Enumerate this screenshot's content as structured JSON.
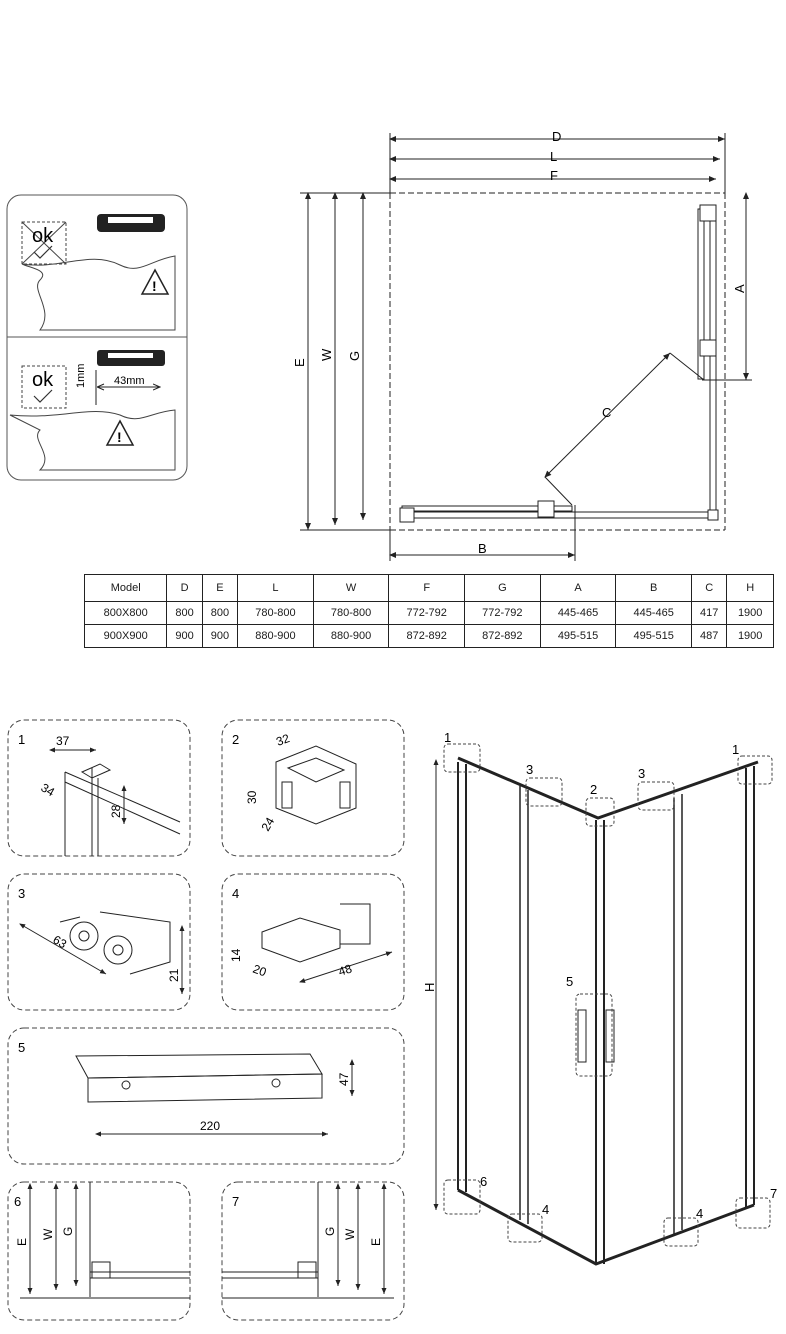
{
  "warning_panel": {
    "ok_crossed": "ok",
    "ok_check": "ok",
    "gap": "1mm",
    "distance": "43mm"
  },
  "plan_view": {
    "labels": {
      "D": "D",
      "L": "L",
      "F": "F",
      "E": "E",
      "W": "W",
      "G": "G",
      "A": "A",
      "B": "B",
      "C": "C"
    }
  },
  "spec_table": {
    "headers": [
      "Model",
      "D",
      "E",
      "L",
      "W",
      "F",
      "G",
      "A",
      "B",
      "C",
      "H"
    ],
    "rows": [
      [
        "800X800",
        "800",
        "800",
        "780-800",
        "780-800",
        "772-792",
        "772-792",
        "445-465",
        "445-465",
        "417",
        "1900"
      ],
      [
        "900X900",
        "900",
        "900",
        "880-900",
        "880-900",
        "872-892",
        "872-892",
        "495-515",
        "495-515",
        "487",
        "1900"
      ]
    ]
  },
  "details": {
    "d1": {
      "num": "1",
      "dim_a": "37",
      "dim_b": "34",
      "dim_c": "28"
    },
    "d2": {
      "num": "2",
      "dim_a": "32",
      "dim_b": "30",
      "dim_c": "24"
    },
    "d3": {
      "num": "3",
      "dim_a": "63",
      "dim_b": "21"
    },
    "d4": {
      "num": "4",
      "dim_a": "14",
      "dim_b": "20",
      "dim_c": "48"
    },
    "d5": {
      "num": "5",
      "dim_a": "47",
      "dim_b": "220"
    },
    "d6": {
      "num": "6",
      "e": "E",
      "w": "W",
      "g": "G"
    },
    "d7": {
      "num": "7",
      "e": "E",
      "w": "W",
      "g": "G"
    }
  },
  "enclosure": {
    "h": "H",
    "callouts": [
      "1",
      "1",
      "2",
      "3",
      "3",
      "4",
      "4",
      "5",
      "6",
      "7"
    ]
  }
}
